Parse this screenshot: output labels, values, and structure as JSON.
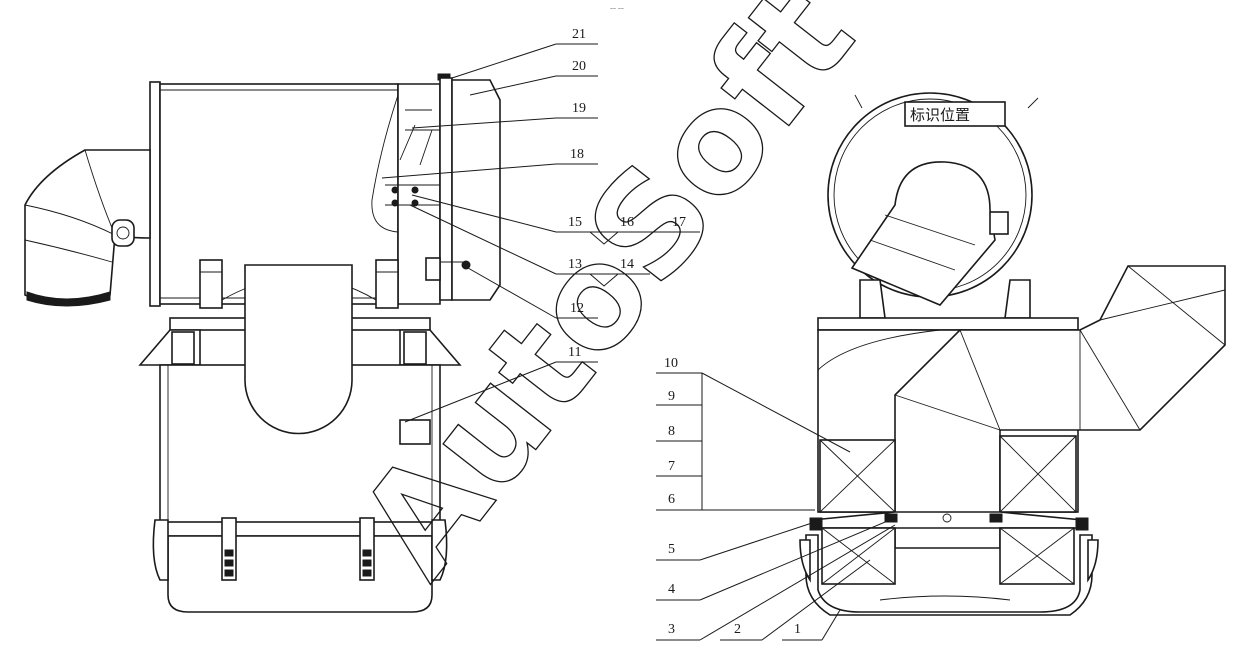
{
  "header_mark": "–– ––",
  "marker_text": "标识位置",
  "watermark": "AutoSoft",
  "callouts": [
    "1",
    "2",
    "3",
    "4",
    "5",
    "6",
    "7",
    "8",
    "9",
    "10",
    "11",
    "12",
    "13",
    "14",
    "15",
    "16",
    "17",
    "18",
    "19",
    "20",
    "21"
  ],
  "colors": {
    "line": "#1a1a1a",
    "background": "#ffffff"
  }
}
